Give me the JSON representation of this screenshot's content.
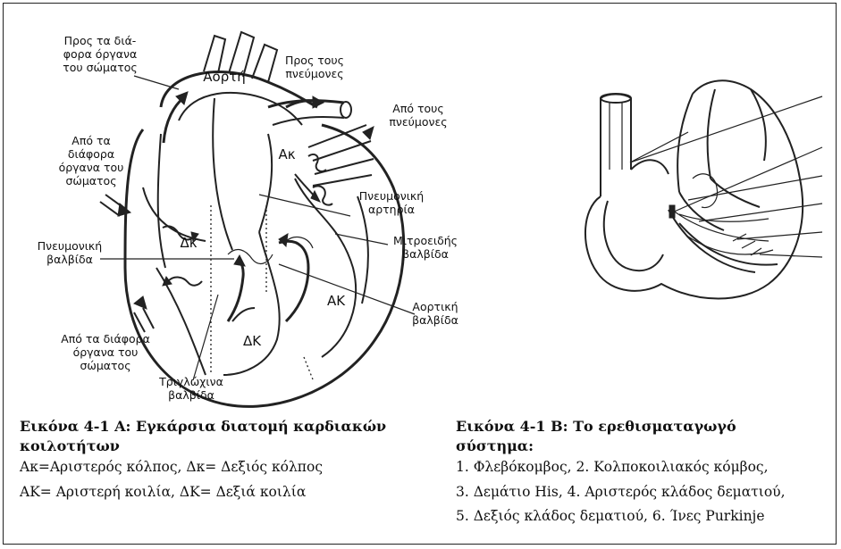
{
  "figure_a": {
    "labels": {
      "aorta": "Αορτή",
      "to_body_organs": "Προς τα διά-\nφορα όργανα\nτου σώματος",
      "to_lungs": "Προς τους\nπνεύμονες",
      "from_lungs": "Από τους\nπνεύμονες",
      "from_body_organs_upper": "Από τα\nδιάφορα\nόργανα του\nσώματος",
      "left_atrium": "Ακ",
      "pulmonary_artery": "Πνευμονική\nαρτηρία",
      "right_atrium": "Δκ",
      "pulmonary_valve": "Πνευμονική\nβαλβίδα",
      "mitral_valve": "Μιτροειδής\nβαλβίδα",
      "left_ventricle": "ΑΚ",
      "aortic_valve": "Αορτική\nβαλβίδα",
      "right_ventricle": "ΔΚ",
      "from_body_organs_lower": "Από τα διάφορα\nόργανα του\nσώματος",
      "tricuspid_valve": "Τριγλώχινα\nβαλβίδα"
    },
    "caption_title": "Εικόνα 4-1 Α: Εγκάρσια διατομή καρδιακών κοιλοτήτων",
    "caption_lines": [
      "Ακ=Αριστερός κόλπος, Δκ= Δεξιός κόλπος",
      "ΑΚ= Αριστερή κοιλία, ΔΚ= Δεξιά κοιλία"
    ]
  },
  "figure_b": {
    "caption_title": "Εικόνα 4-1 Β: Το ερεθισματαγωγό σύστημα:",
    "caption_lines": [
      "1. Φλεβόκομβος, 2. Κολποκοιλιακός κόμβος,",
      "3. Δεμάτιο His, 4. Αριστερός κλάδος δεματιού,",
      "5. Δεξιός κλάδος δεματιού, 6. Ίνες Purkinje"
    ]
  }
}
